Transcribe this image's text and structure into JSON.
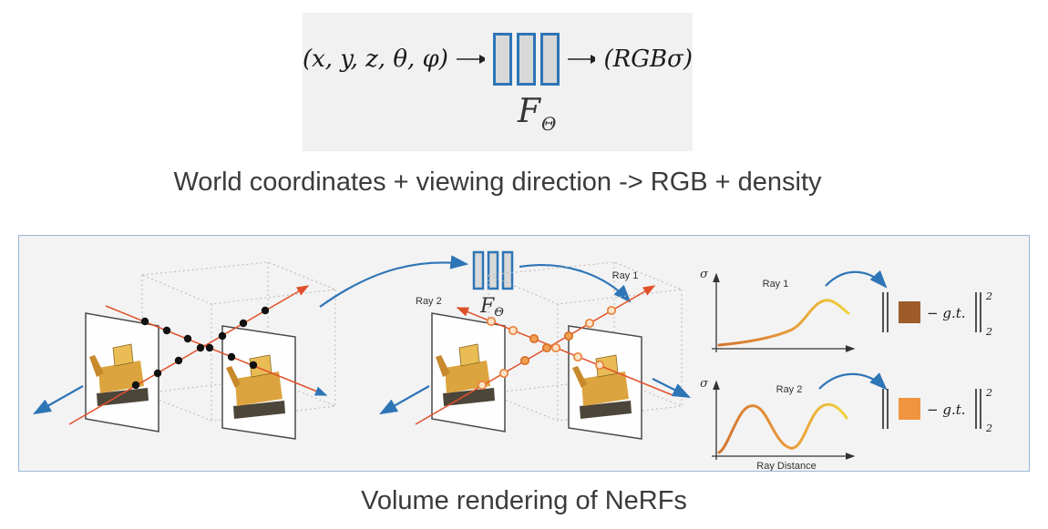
{
  "colors": {
    "panel_bg": "#f1f1f1",
    "figure_bg": "#f3f3f3",
    "figure_border": "#9ab7d6",
    "network_blue": "#2e75b6",
    "ray_red": "#e0512b",
    "arrow_blue": "#2e75b6",
    "sample_black": "#111111",
    "sample_orange": "#e8823c",
    "loss1_swatch": "#9d5c2a",
    "loss2_swatch": "#f0953f"
  },
  "formula": {
    "input": "(x, y, z, θ, φ)",
    "output": "(RGBσ)",
    "network": {
      "label": "F",
      "sub": "Θ"
    }
  },
  "caption_top": "World coordinates + viewing direction -> RGB + density",
  "figure": {
    "network": {
      "label": "F",
      "sub": "Θ"
    },
    "scene": {
      "ray1_label": "Ray 1",
      "ray2_label": "Ray 2"
    },
    "plots": [
      {
        "title": "Ray 1",
        "ylabel": "σ"
      },
      {
        "title": "Ray 2",
        "ylabel": "σ",
        "xlabel": "Ray Distance"
      }
    ],
    "loss": [
      {
        "minus_gt": "− g.t.",
        "sup": "2",
        "sub": "2"
      },
      {
        "minus_gt": "− g.t.",
        "sup": "2",
        "sub": "2"
      }
    ]
  },
  "caption_bottom": "Volume rendering of NeRFs"
}
